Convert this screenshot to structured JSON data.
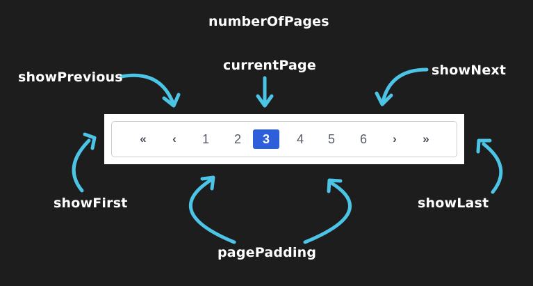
{
  "labels": {
    "numberOfPages": "numberOfPages",
    "currentPage": "currentPage",
    "showPrevious": "showPrevious",
    "showNext": "showNext",
    "showFirst": "showFirst",
    "showLast": "showLast",
    "pagePadding": "pagePadding"
  },
  "pagination": {
    "first": "«",
    "previous": "‹",
    "pages": [
      "1",
      "2",
      "3",
      "4",
      "5",
      "6"
    ],
    "current": "3",
    "next": "›",
    "last": "»"
  },
  "colors": {
    "background": "#1d1d1d",
    "arrow": "#4cc4e6",
    "active_page": "#2f5ed9",
    "label_text": "#ffffff"
  }
}
